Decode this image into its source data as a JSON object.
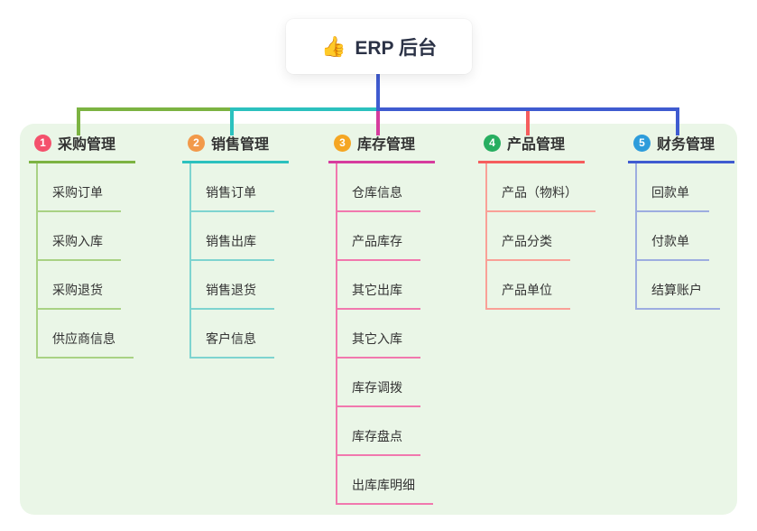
{
  "root": {
    "icon": "👍",
    "icon_name": "thumbs-up-icon",
    "label": "ERP 后台"
  },
  "colors": {
    "board_bg": "#EAF6E7",
    "root_text": "#2B3246",
    "node_text": "#333333",
    "stem_blue": "#3F5BD0"
  },
  "branches": [
    {
      "number": "1",
      "label": "采购管理",
      "badge_color": "#F4516C",
      "line_color": "#7CB342",
      "child_line_color": "#A9D284",
      "children": [
        "采购订单",
        "采购入库",
        "采购退货",
        "供应商信息"
      ]
    },
    {
      "number": "2",
      "label": "销售管理",
      "badge_color": "#F2994A",
      "line_color": "#2BC1BE",
      "child_line_color": "#7ED4D0",
      "children": [
        "销售订单",
        "销售出库",
        "销售退货",
        "客户信息"
      ]
    },
    {
      "number": "3",
      "label": "库存管理",
      "badge_color": "#F5A623",
      "line_color": "#D63C9E",
      "child_line_color": "#F178AE",
      "children": [
        "仓库信息",
        "产品库存",
        "其它出库",
        "其它入库",
        "库存调拨",
        "库存盘点",
        "出库库明细"
      ]
    },
    {
      "number": "4",
      "label": "产品管理",
      "badge_color": "#27AE60",
      "line_color": "#F55D5D",
      "child_line_color": "#F9A097",
      "children": [
        "产品（物料）",
        "产品分类",
        "产品单位"
      ]
    },
    {
      "number": "5",
      "label": "财务管理",
      "badge_color": "#2D9CDB",
      "line_color": "#3F5BD0",
      "child_line_color": "#9DADE0",
      "children": [
        "回款单",
        "付款单",
        "结算账户"
      ]
    }
  ]
}
